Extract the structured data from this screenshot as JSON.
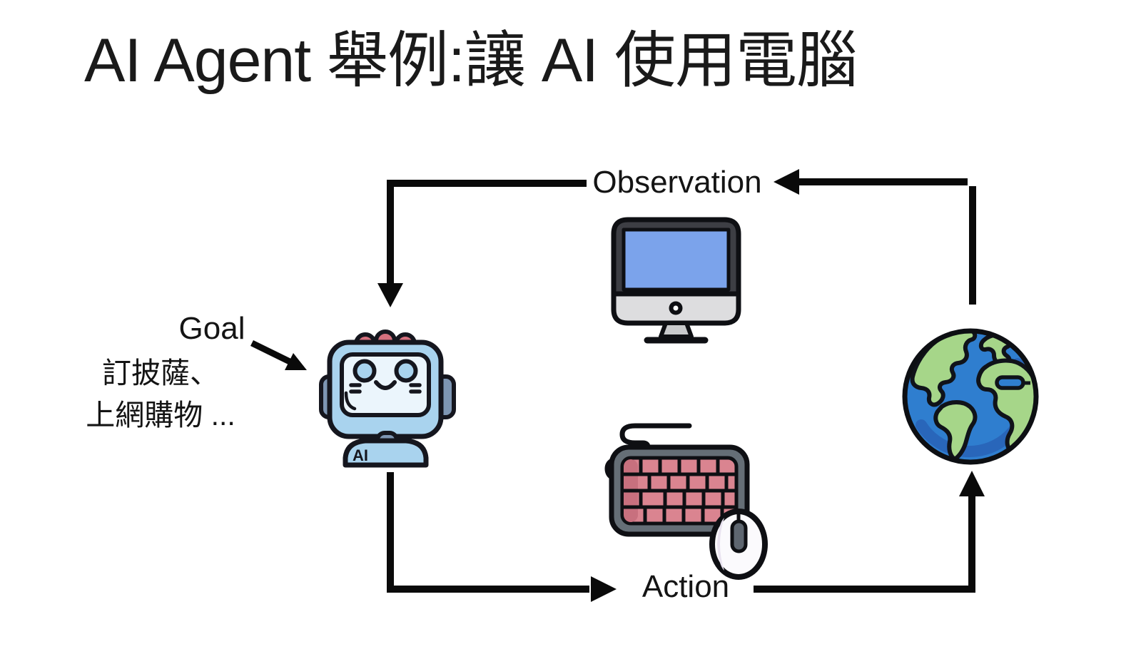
{
  "title": "AI Agent 舉例:讓 AI 使用電腦",
  "diagram": {
    "loop_labels": {
      "observation": "Observation",
      "action": "Action"
    },
    "goal": {
      "label": "Goal",
      "examples": [
        "訂披薩、",
        "上網購物 ..."
      ]
    },
    "robot": {
      "badge": "AI"
    },
    "icons": [
      "robot-icon",
      "monitor-icon",
      "keyboard-mouse-icon",
      "globe-icon",
      "goal-arrow",
      "observation-arrow",
      "action-arrow"
    ],
    "colors": {
      "background": "#FFFFFF",
      "text": "#1A1A1A",
      "arrow": "#0A0A0A",
      "robot_body_blue": "#A9D3EE",
      "robot_face": "#EBF5FC",
      "robot_antenna_pink": "#D5707E",
      "robot_ear_gray": "#7E96B3",
      "monitor_frame": "#3D3E44",
      "monitor_screen_blue": "#7BA3EB",
      "monitor_chin": "#DDDDDF",
      "keyboard_frame": "#656E76",
      "keyboard_keys_pink": "#DA8490",
      "mouse_white": "#FBFAFD",
      "mouse_wheel": "#5E6670",
      "globe_ocean": "#2F7ECF",
      "globe_land": "#A6D689"
    }
  }
}
